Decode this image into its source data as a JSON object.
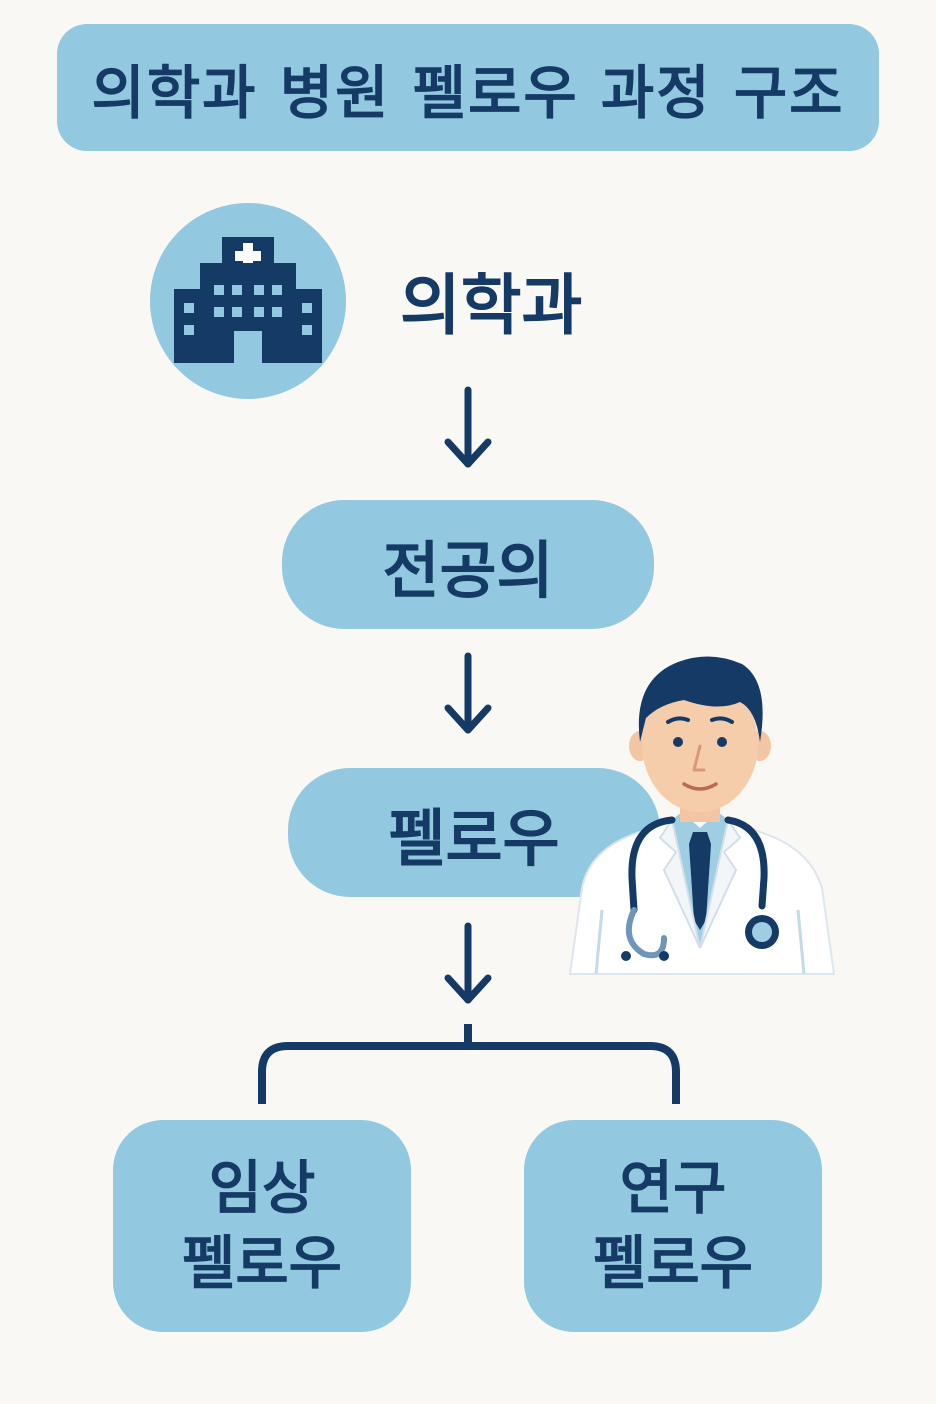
{
  "title": "의학과 병원 펠로우 과정 구조",
  "nodes": {
    "school": "의학과",
    "resident": "전공의",
    "fellow": "펠로우",
    "clinical_line1": "임상",
    "clinical_line2": "펠로우",
    "research_line1": "연구",
    "research_line2": "펠로우"
  },
  "icons": {
    "hospital": "hospital-building-icon",
    "doctor": "doctor-with-stethoscope-illustration",
    "arrow": "arrow-down-icon"
  },
  "colors": {
    "background": "#f9f8f4",
    "box_fill": "#92c9e0",
    "navy": "#153a66"
  }
}
